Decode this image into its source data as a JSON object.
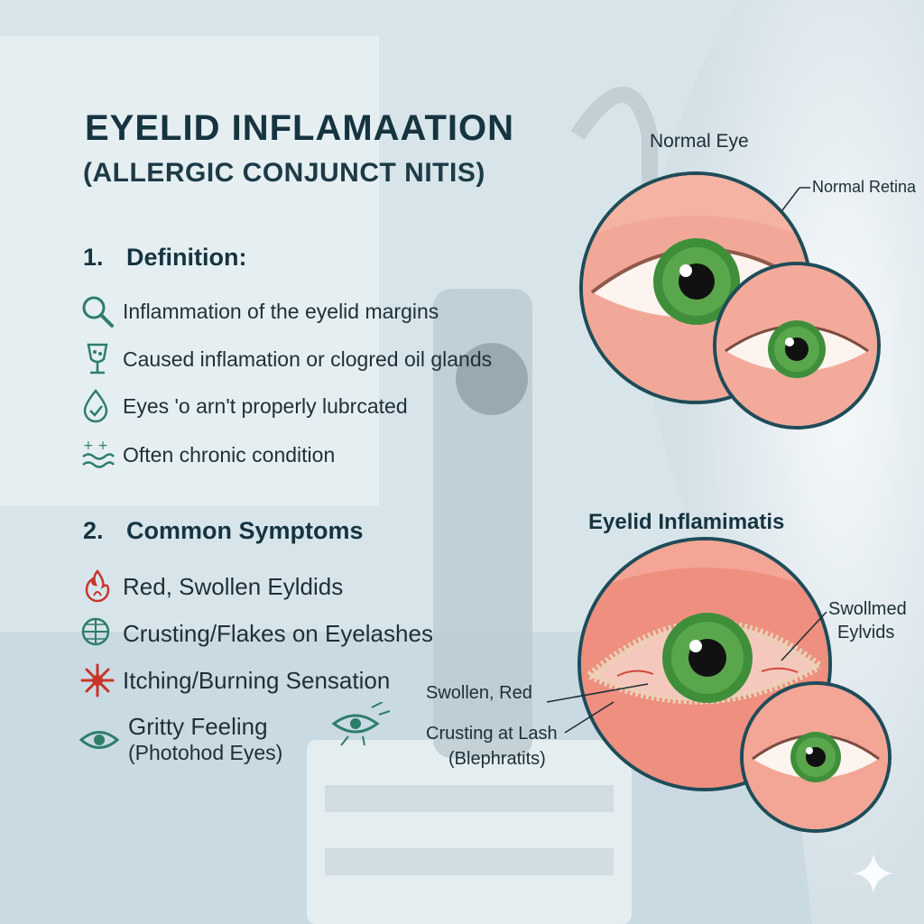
{
  "title": "EYELID INFLAMAATION",
  "subtitle": "(ALLERGIC CONJUNCT NITIS)",
  "definition": {
    "number": "1.",
    "heading": "Definition:",
    "items": [
      {
        "icon": "magnifier-icon",
        "text": "Inflammation of the eyelid margins"
      },
      {
        "icon": "oil-gland-icon",
        "text": "Caused inflamation or clogred oil glands"
      },
      {
        "icon": "droplet-icon",
        "text": "Eyes 'o arn't properly lubrcated"
      },
      {
        "icon": "chronic-waves-icon",
        "text": "Often chronic condition"
      }
    ]
  },
  "symptoms": {
    "number": "2.",
    "heading": "Common Symptoms",
    "items": [
      {
        "icon": "flame-icon",
        "text": "Red, Swollen Eyldids"
      },
      {
        "icon": "grid-globe-icon",
        "text": "Crusting/Flakes on Eyelashes"
      },
      {
        "icon": "burst-icon",
        "text": "Itching/Burning Sensation"
      },
      {
        "icon": "eye-icon",
        "text": "Gritty Feeling",
        "text2": "(Photohod Eyes)"
      }
    ]
  },
  "diagram": {
    "normal_title": "Normal Eye",
    "normal_label": "Normal Retina",
    "inflamed_title": "Eyelid Inflamimatis",
    "swollen_label_line1": "Swollmed",
    "swollen_label_line2": "Eylvids",
    "red_label": "Swollen, Red",
    "crust_label_line1": "Crusting at Lash",
    "crust_label_line2": "(Blephratits)"
  },
  "colors": {
    "title": "#163440",
    "icon_green": "#2e7d6b",
    "icon_red": "#c8352a",
    "ring": "#1f4c58",
    "iris": "#3f8f3a"
  }
}
